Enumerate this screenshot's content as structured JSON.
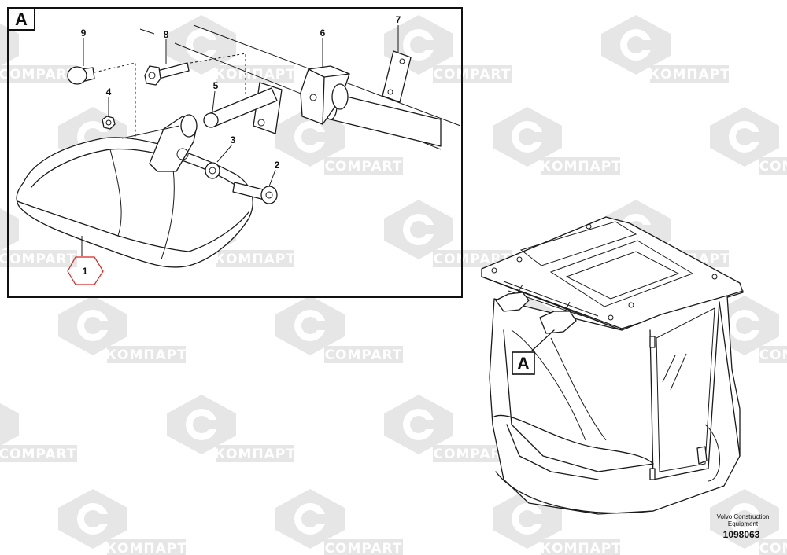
{
  "detail": {
    "flag": "A"
  },
  "callouts": [
    {
      "id": "c1",
      "label": "1"
    },
    {
      "id": "c2",
      "label": "2"
    },
    {
      "id": "c3",
      "label": "3"
    },
    {
      "id": "c4",
      "label": "4"
    },
    {
      "id": "c5",
      "label": "5"
    },
    {
      "id": "c6",
      "label": "6"
    },
    {
      "id": "c7",
      "label": "7"
    },
    {
      "id": "c8",
      "label": "8"
    },
    {
      "id": "c9",
      "label": "9"
    }
  ],
  "overview": {
    "flag": "A"
  },
  "watermark": {
    "latin": "COMPART",
    "cyrillic": "КОМПАРТ"
  },
  "footer": {
    "maker_line1": "Volvo Construction",
    "maker_line2": "Equipment",
    "drawing_number": "1098063"
  }
}
